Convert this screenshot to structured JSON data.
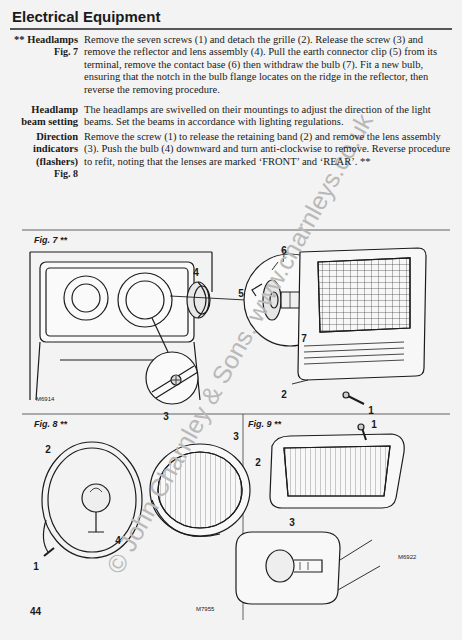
{
  "diagram": {
    "title": "Electrical Equipment",
    "labels": [
      "** Headlamps",
      "Fig. 7",
      "Remove the seven screws (1) and detach the grille (2). Release the screw (3) and remove the reflector and lens assembly (4). Pull the earth connector clip (5) from its terminal, remove the contact base (6) then withdraw the bulb (7). Fit a new bulb, ensuring that the notch in the bulb flange locates on the ridge in the reflector, then reverse the removing procedure.",
      "Headlamp beam setting",
      "The headlamps are swivelled on their mountings to adjust the direction of the light beams. Set the beams in accordance with lighting regulations.",
      "Direction indicators (flashers)",
      "Fig. 8",
      "Remove the screw (1) to release the retaining band (2) and remove the lens assembly (3). Push the bulb (4) downward and turn anti-clockwise to remove. Reverse procedure to refit, noting that the lenses are marked ‘FRONT’ and ‘REAR’. **",
      "Fig. 7 **",
      "4",
      "5",
      "6",
      "7",
      "3",
      "2",
      "1",
      "M6914",
      "Fig. 8 **",
      "2",
      "3",
      "4",
      "1",
      "M7955",
      "Fig. 9 **",
      "1",
      "2",
      "3",
      "M6922",
      "44",
      "© John Charnley & Sons. www.charnleys.co.uk"
    ]
  }
}
